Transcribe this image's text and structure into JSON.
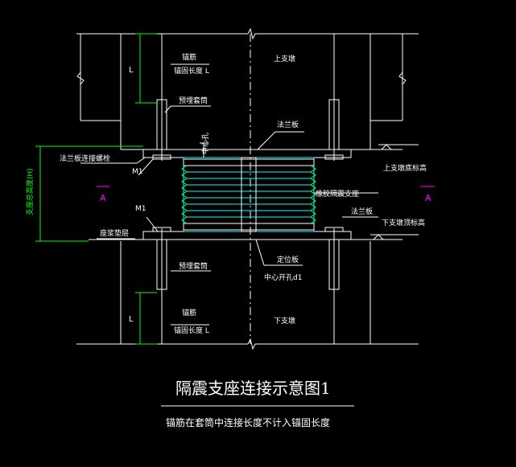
{
  "diagram": {
    "title": "隔震支座连接示意图1",
    "note": "锚筋在套筒中连接长度不计入锚固长度",
    "labels": {
      "anchor_bar_top": "锚筋",
      "anchor_len_top": "锚固长度 L",
      "upper_pier": "上支墩",
      "embedded_sleeve_top": "预埋套筒",
      "flange_top": "法兰板",
      "center_hole": "中心孔",
      "flange_conn": "法兰板连接螺栓",
      "upper_elev": "上支墩底标高",
      "m1_top": "M1",
      "section_left": "A",
      "section_right": "A",
      "bearing": "橡胶隔震支座",
      "support_height": "支座总高度(H)",
      "m1_bottom": "M1",
      "flange_bottom": "法兰板",
      "lower_elev": "下支墩顶标高",
      "leveling": "座浆垫层",
      "positioning_plate": "定位板",
      "center_hole_note": "中心开孔d1",
      "embedded_sleeve_bottom": "预埋套筒",
      "anchor_bar_bottom": "锚筋",
      "anchor_len_bottom": "锚固长度 L",
      "lower_pier": "下支墩",
      "dim_L_top": "L",
      "dim_L_bottom": "L"
    }
  }
}
